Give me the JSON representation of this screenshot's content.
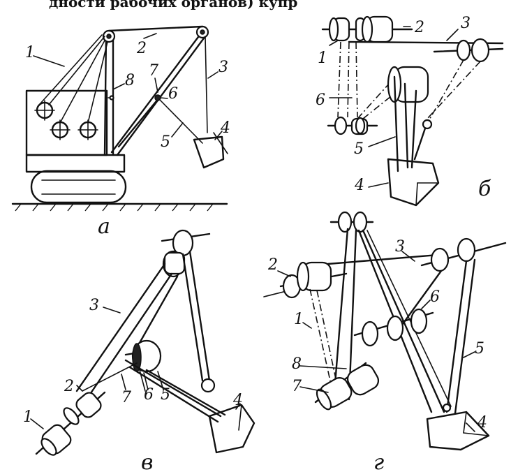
{
  "header_fragment": "дности рабочих органов) купр",
  "panels": {
    "a": {
      "caption": "а",
      "labels": [
        "1",
        "2",
        "3",
        "4",
        "5",
        "6",
        "7",
        "8"
      ]
    },
    "b": {
      "caption": "б",
      "labels": [
        "1",
        "2",
        "3",
        "4",
        "5",
        "6"
      ]
    },
    "v": {
      "caption": "в",
      "labels": [
        "1",
        "2",
        "3",
        "4",
        "5",
        "6",
        "7"
      ]
    },
    "g": {
      "caption": "г",
      "labels": [
        "1",
        "2",
        "3",
        "4",
        "5",
        "6",
        "7",
        "8"
      ]
    }
  }
}
